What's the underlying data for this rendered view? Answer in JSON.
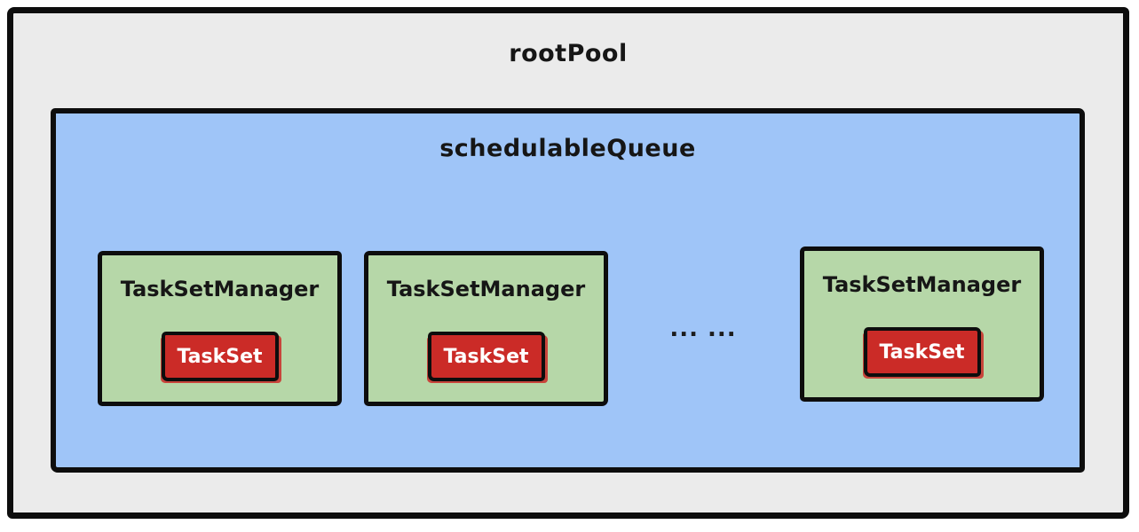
{
  "diagram": {
    "root_pool": {
      "label": "rootPool"
    },
    "schedulable_queue": {
      "label": "schedulableQueue"
    },
    "managers": [
      {
        "label": "TaskSetManager",
        "task_set": {
          "label": "TaskSet"
        }
      },
      {
        "label": "TaskSetManager",
        "task_set": {
          "label": "TaskSet"
        }
      },
      {
        "label": "TaskSetManager",
        "task_set": {
          "label": "TaskSet"
        }
      }
    ],
    "ellipsis": "... ...",
    "colors": {
      "root_pool_bg": "#ebebeb",
      "queue_bg": "#9fc5f8",
      "manager_bg": "#b6d7a8",
      "task_set_bg": "#cb2b27",
      "border": "#0d0d0d",
      "text": "#161616",
      "task_set_text": "#ffffff"
    }
  }
}
